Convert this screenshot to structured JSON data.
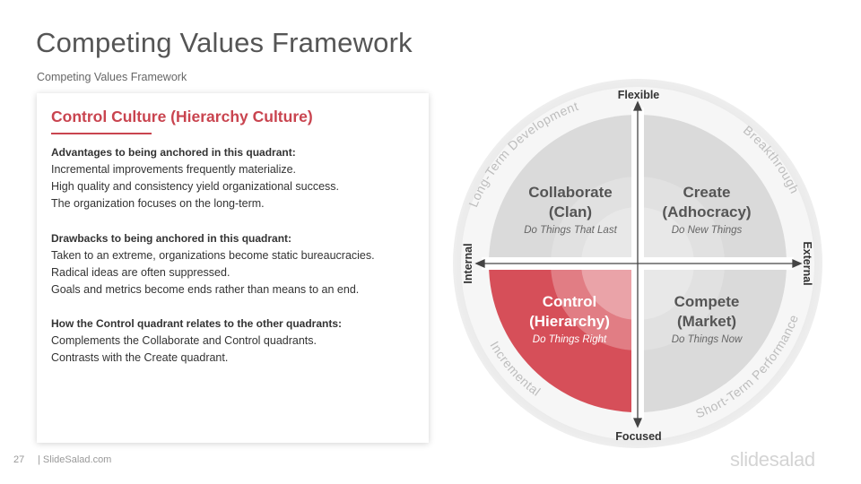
{
  "header": {
    "title": "Competing Values Framework",
    "subtitle": "Competing  Values  Framework"
  },
  "card": {
    "title": "Control Culture (Hierarchy Culture)",
    "sections": [
      {
        "heading": "Advantages to being anchored in this quadrant:",
        "lines": [
          "Incremental  improvements  frequently  materialize.",
          "High quality  and consistency  yield organizational  success.",
          "The organization  focuses on the long-term."
        ]
      },
      {
        "heading": "Drawbacks to being anchored in this quadrant:",
        "lines": [
          "Taken to an extreme, organizations  become static bureaucracies.",
          "Radical ideas are often suppressed.",
          "Goals and metrics become ends rather than means to an end."
        ]
      },
      {
        "heading": "How the Control quadrant relates to the other quadrants:",
        "lines": [
          "Complements  the Collaborate  and Control quadrants.",
          "Contrasts with the Create  quadrant."
        ]
      }
    ]
  },
  "diagram": {
    "axes": {
      "top": "Flexible",
      "bottom": "Focused",
      "left": "Internal",
      "right": "External"
    },
    "arcs": {
      "top_left": "Long-Term Development",
      "top_right": "Breakthrough",
      "bottom_left": "Incremental",
      "bottom_right": "Short-Term Performance"
    },
    "quadrants": {
      "top_left": {
        "title1": "Collaborate",
        "title2": "(Clan)",
        "sub": "Do Things That Last"
      },
      "top_right": {
        "title1": "Create",
        "title2": "(Adhocracy)",
        "sub": "Do New Things"
      },
      "bottom_left": {
        "title1": "Control",
        "title2": "(Hierarchy)",
        "sub": "Do Things Right"
      },
      "bottom_right": {
        "title1": "Compete",
        "title2": "(Market)",
        "sub": "Do Things Now"
      }
    },
    "highlight": "bottom_left",
    "colors": {
      "accent": "#d64f59",
      "quad_gray": "#dadada",
      "ring_outer": "#eeeeee",
      "ring_inner": "#f7f7f7",
      "arc_text": "#bdbdbd"
    }
  },
  "footer": {
    "page": "27",
    "site": "| SlideSalad.com",
    "logo": "slidesalad"
  }
}
